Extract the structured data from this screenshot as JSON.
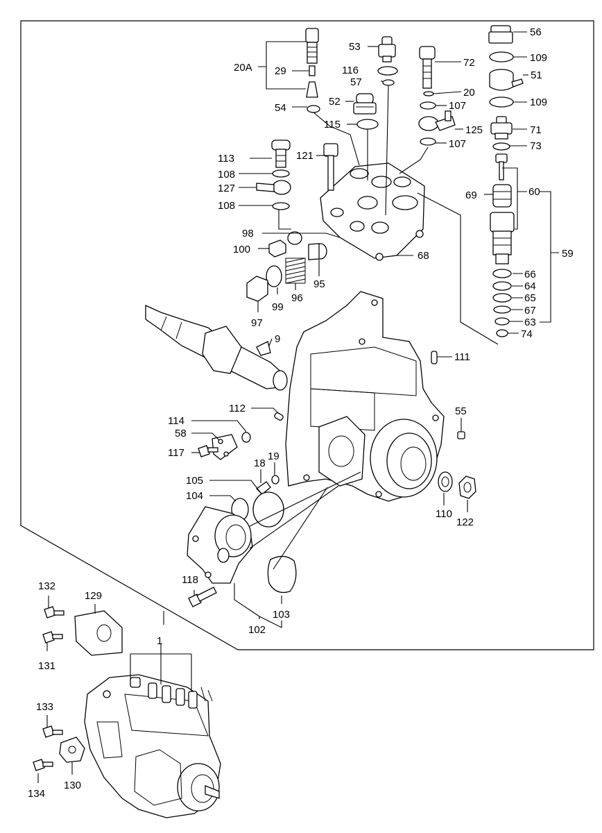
{
  "figure": {
    "labels": {
      "l20A": "20A",
      "l29": "29",
      "l54": "54",
      "l53": "53",
      "l116": "116",
      "l57": "57",
      "l52": "52",
      "l115": "115",
      "l72": "72",
      "l20": "20",
      "l107a": "107",
      "l125": "125",
      "l107b": "107",
      "l56": "56",
      "l109a": "109",
      "l51": "51",
      "l109b": "109",
      "l71": "71",
      "l73": "73",
      "l113": "113",
      "l108a": "108",
      "l127": "127",
      "l108b": "108",
      "l121": "121",
      "l60": "60",
      "l69": "69",
      "l59": "59",
      "l98": "98",
      "l100": "100",
      "l68": "68",
      "l95": "95",
      "l96": "96",
      "l99": "99",
      "l97": "97",
      "l66": "66",
      "l64": "64",
      "l65": "65",
      "l67": "67",
      "l63": "63",
      "l74": "74",
      "l9": "9",
      "l111": "111",
      "l112": "112",
      "l55": "55",
      "l114": "114",
      "l58": "58",
      "l117": "117",
      "l18": "18",
      "l19": "19",
      "l105": "105",
      "l104": "104",
      "l110": "110",
      "l122": "122",
      "l118": "118",
      "l103": "103",
      "l102": "102",
      "l132": "132",
      "l129": "129",
      "l1": "1",
      "l131": "131",
      "l133": "133",
      "l134": "134",
      "l130": "130"
    }
  }
}
